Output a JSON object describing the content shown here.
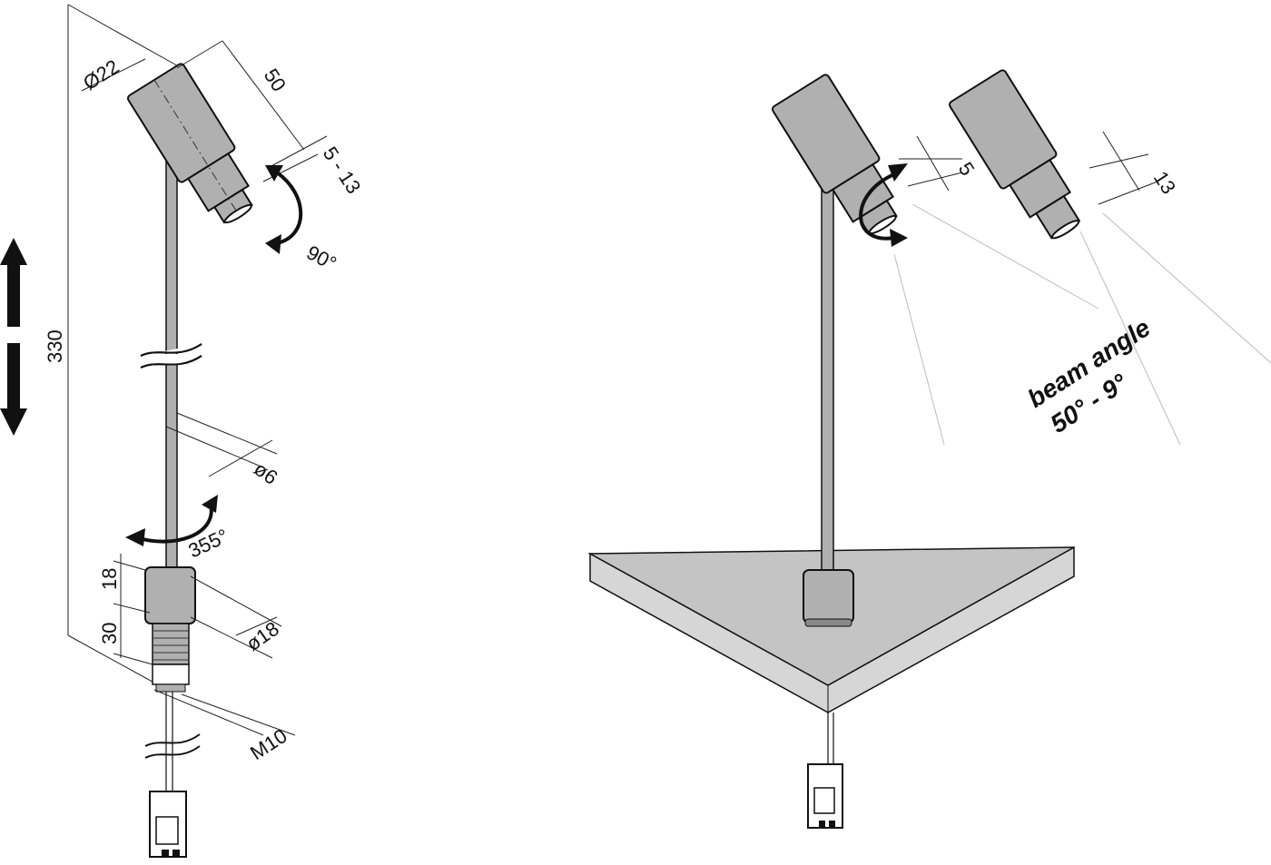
{
  "left_drawing": {
    "dimensions": {
      "head_diameter": "Ø22",
      "head_length": "50",
      "extension": "5 - 13",
      "tilt": "90°",
      "total_height": "330",
      "rod_diameter": "ø6",
      "rotation": "355°",
      "base_height": "18",
      "thread_length": "30",
      "base_diameter": "ø18",
      "thread": "M10"
    }
  },
  "right_drawing": {
    "dimensions": {
      "min_extension": "5",
      "max_extension": "13"
    },
    "beam_label": "beam angle",
    "beam_range": "50° - 9°"
  },
  "colors": {
    "body": "#b0b0b0",
    "line": "#111111",
    "beam": "#bbbbbb"
  }
}
